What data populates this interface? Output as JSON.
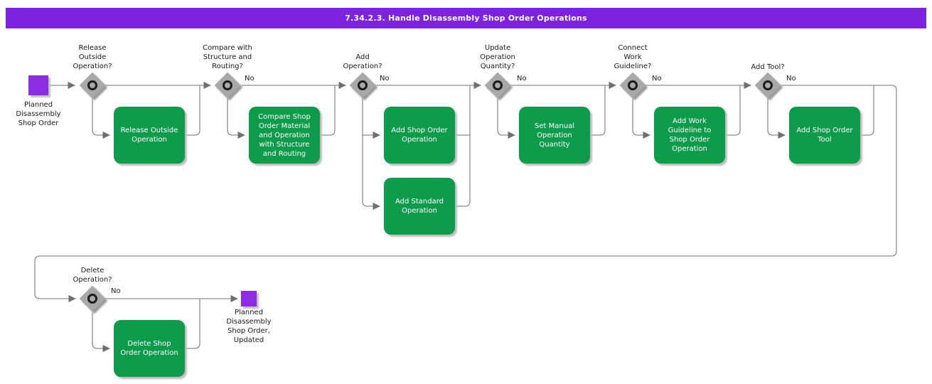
{
  "title": "7.34.2.3. Handle Disassembly Shop Order Operations",
  "colors": {
    "title_bar": "#7d23e0",
    "task_box": "#0f9b4c",
    "start_end_node": "#8c2de3",
    "decision_diamond": "#a8a8a8",
    "connector_line": "#8c8c8c"
  },
  "start_node": {
    "label": "Planned\nDisassembly\nShop Order"
  },
  "end_node": {
    "label": "Planned\nDisassembly\nShop Order,\nUpdated"
  },
  "decisions": [
    {
      "label": "Release\nOutside\nOperation?"
    },
    {
      "label": "Compare with\nStructure and\nRouting?",
      "no_label": "No"
    },
    {
      "label": "Add\nOperation?",
      "no_label": "No"
    },
    {
      "label": "Update\nOperation\nQuantity?",
      "no_label": "No"
    },
    {
      "label": "Connect\nWork\nGuideline?",
      "no_label": "No"
    },
    {
      "label": "Add Tool?",
      "no_label": "No"
    },
    {
      "label": "Delete\nOperation?",
      "no_label": "No"
    }
  ],
  "tasks": [
    {
      "label": "Release Outside\nOperation"
    },
    {
      "label": "Compare Shop\nOrder Material\nand Operation\nwith Structure\nand Routing"
    },
    {
      "label": "Add Shop Order\nOperation"
    },
    {
      "label": "Add Standard\nOperation"
    },
    {
      "label": "Set Manual\nOperation\nQuantity"
    },
    {
      "label": "Add Work\nGuideline to\nShop Order\nOperation"
    },
    {
      "label": "Add Shop Order\nTool"
    },
    {
      "label": "Delete Shop\nOrder Operation"
    }
  ]
}
